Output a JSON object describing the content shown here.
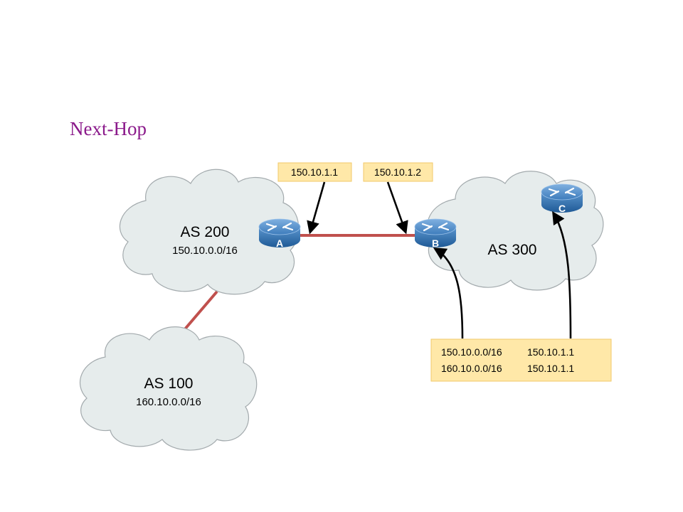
{
  "slide": {
    "title": "Next-Hop"
  },
  "clouds": {
    "as200": {
      "name": "AS 200",
      "prefix": "150.10.0.0/16"
    },
    "as300": {
      "name": "AS 300"
    },
    "as100": {
      "name": "AS 100",
      "prefix": "160.10.0.0/16"
    }
  },
  "routers": {
    "a": {
      "label": "A"
    },
    "b": {
      "label": "B"
    },
    "c": {
      "label": "C"
    }
  },
  "callouts": {
    "ip_a": "150.10.1.1",
    "ip_b": "150.10.1.2",
    "table": [
      {
        "prefix": "150.10.0.0/16",
        "next_hop": "150.10.1.1"
      },
      {
        "prefix": "160.10.0.0/16",
        "next_hop": "150.10.1.1"
      }
    ]
  },
  "colors": {
    "title": "#8b1a8b",
    "cloud_fill": "#e6ecec",
    "cloud_stroke": "#a3aaad",
    "ebgp_link": "#c0504d",
    "ibgp_link": "#f4a582",
    "router": "#2f6fb0",
    "callout_fill": "#ffe8a8"
  }
}
